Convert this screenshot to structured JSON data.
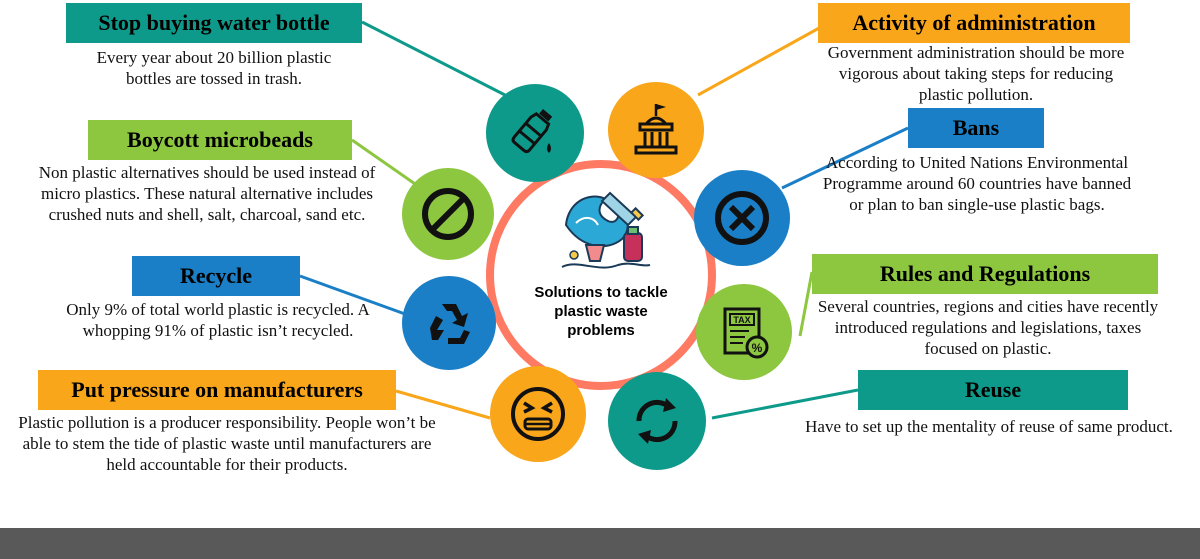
{
  "center": {
    "title": "Solutions to tackle plastic waste problems"
  },
  "items": [
    {
      "title": "Stop buying water bottle",
      "text": "Every year about 20 billion plastic bottles are tossed in trash.",
      "color": "#0e9a8a",
      "icon": "water-bottle-icon"
    },
    {
      "title": "Boycott microbeads",
      "text": "Non plastic alternatives should be used instead of micro plastics. These natural alternative includes crushed nuts and shell, salt, charcoal, sand etc.",
      "color": "#8dc63f",
      "icon": "prohibited-icon"
    },
    {
      "title": "Recycle",
      "text": "Only 9% of total world plastic is recycled. A whopping 91% of plastic isn’t recycled.",
      "color": "#1a7fc6",
      "icon": "recycle-icon"
    },
    {
      "title": "Put pressure on manufacturers",
      "text": "Plastic pollution is a producer responsibility. People won’t be able to stem the tide of plastic waste until manufacturers are held accountable for their products.",
      "color": "#f9a61a",
      "icon": "frustrated-face-icon"
    },
    {
      "title": "Activity of administration",
      "text": "Government administration should be more vigorous about taking steps for reducing plastic pollution.",
      "color": "#f9a61a",
      "icon": "government-building-icon"
    },
    {
      "title": "Bans",
      "text": "According to United Nations Environmental Programme around 60 countries have banned or plan to ban single-use plastic bags.",
      "color": "#1a7fc6",
      "icon": "ban-x-icon"
    },
    {
      "title": "Rules and Regulations",
      "text": "Several countries, regions and cities have recently introduced regulations and legislations, taxes focused on plastic.",
      "color": "#8dc63f",
      "icon": "tax-document-icon"
    },
    {
      "title": "Reuse",
      "text": "Have to set up the mentality of reuse of same product.",
      "color": "#0e9a8a",
      "icon": "reuse-arrows-icon"
    }
  ]
}
